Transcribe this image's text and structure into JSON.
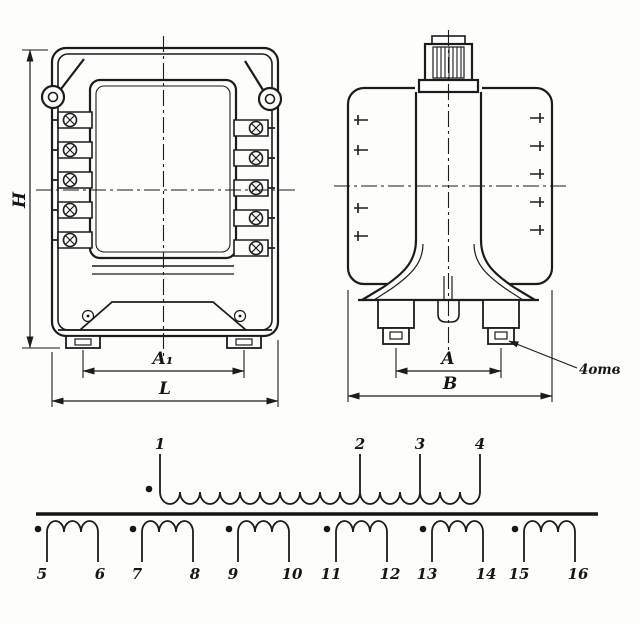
{
  "front_view": {
    "dim_height": "H",
    "dim_feet_span": "A₁",
    "dim_width": "L"
  },
  "side_view": {
    "dim_feet_span": "A",
    "dim_width": "B",
    "holes_note": "4отв"
  },
  "schematic": {
    "primary_terminals": [
      "1",
      "2",
      "3",
      "4"
    ],
    "secondary_terminals": [
      "5",
      "6",
      "7",
      "8",
      "9",
      "10",
      "11",
      "12",
      "13",
      "14",
      "15",
      "16"
    ]
  },
  "colors": {
    "ink": "#1c1c1c",
    "paper": "#fdfdfb"
  }
}
